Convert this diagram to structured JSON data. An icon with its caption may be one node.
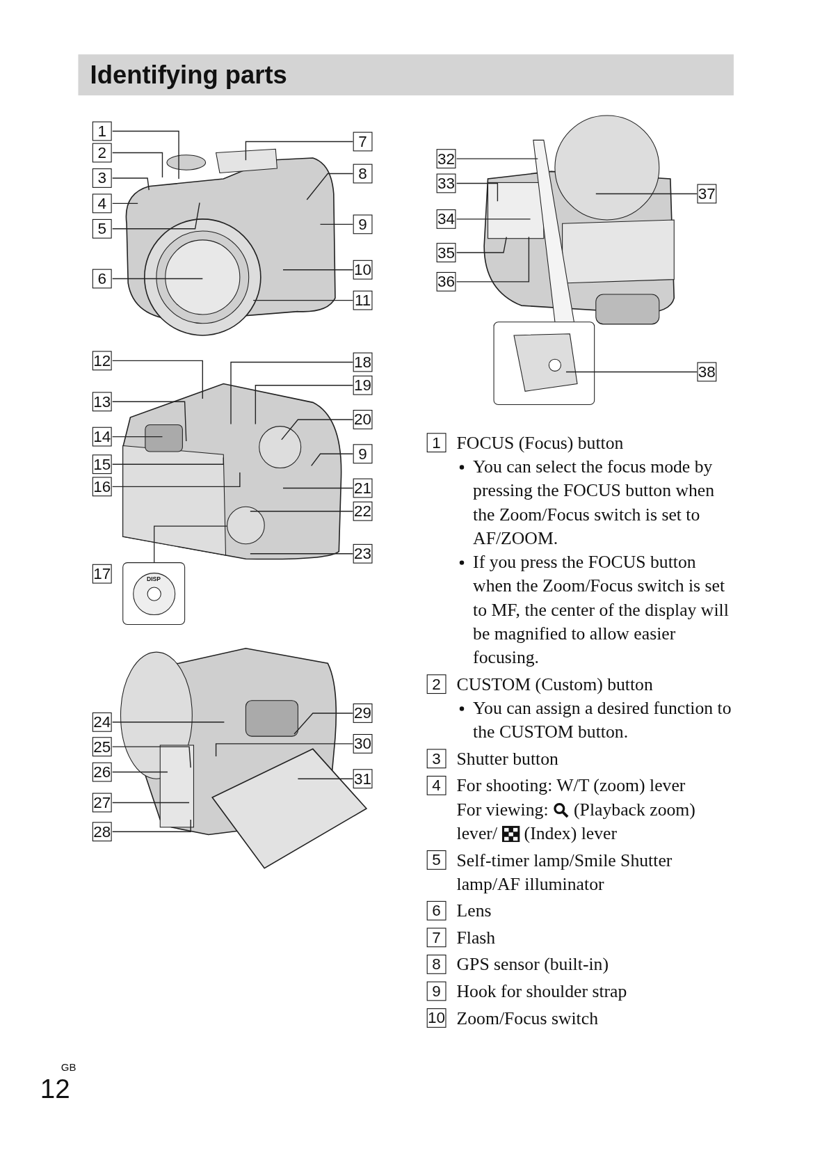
{
  "diagram": {
    "title": "Identifying parts",
    "nodes": [
      {
        "text": [
          "1"
        ]
      },
      {
        "text": [
          "2"
        ]
      },
      {
        "text": [
          "3"
        ]
      },
      {
        "text": [
          "4"
        ]
      },
      {
        "text": [
          "5"
        ]
      },
      {
        "text": [
          "6"
        ]
      },
      {
        "text": [
          "7"
        ]
      },
      {
        "text": [
          "8"
        ]
      },
      {
        "text": [
          "9"
        ]
      },
      {
        "text": [
          "10"
        ]
      },
      {
        "text": [
          "11"
        ]
      },
      {
        "text": [
          "12"
        ]
      },
      {
        "text": [
          "13"
        ]
      },
      {
        "text": [
          "14"
        ]
      },
      {
        "text": [
          "15"
        ]
      },
      {
        "text": [
          "16"
        ]
      },
      {
        "text": [
          "17"
        ]
      },
      {
        "text": [
          "18"
        ]
      },
      {
        "text": [
          "19"
        ]
      },
      {
        "text": [
          "20"
        ]
      },
      {
        "text": [
          "9"
        ]
      },
      {
        "text": [
          "21"
        ]
      },
      {
        "text": [
          "22"
        ]
      },
      {
        "text": [
          "23"
        ]
      },
      {
        "text": [
          "24"
        ]
      },
      {
        "text": [
          "25"
        ]
      },
      {
        "text": [
          "26"
        ]
      },
      {
        "text": [
          "27"
        ]
      },
      {
        "text": [
          "28"
        ]
      },
      {
        "text": [
          "29"
        ]
      },
      {
        "text": [
          "30"
        ]
      },
      {
        "text": [
          "31"
        ]
      },
      {
        "text": [
          "32"
        ]
      },
      {
        "text": [
          "33"
        ]
      },
      {
        "text": [
          "34"
        ]
      },
      {
        "text": [
          "35"
        ]
      },
      {
        "text": [
          "36"
        ]
      },
      {
        "text": [
          "37"
        ]
      },
      {
        "text": [
          "38"
        ]
      }
    ],
    "edges": [
      {
        "from": 0,
        "to": null,
        "arrow": "none"
      },
      {
        "from": 1,
        "to": null,
        "arrow": "none"
      },
      {
        "from": 2,
        "to": null,
        "arrow": "none"
      },
      {
        "from": 3,
        "to": null,
        "arrow": "none"
      },
      {
        "from": 4,
        "to": null,
        "arrow": "none"
      },
      {
        "from": 5,
        "to": null,
        "arrow": "none"
      },
      {
        "from": 6,
        "to": null,
        "arrow": "none"
      },
      {
        "from": 7,
        "to": null,
        "arrow": "none"
      },
      {
        "from": 8,
        "to": null,
        "arrow": "none"
      },
      {
        "from": 9,
        "to": null,
        "arrow": "none"
      },
      {
        "from": 10,
        "to": null,
        "arrow": "none"
      },
      {
        "from": 11,
        "to": null,
        "arrow": "none"
      },
      {
        "from": 12,
        "to": null,
        "arrow": "none"
      },
      {
        "from": 13,
        "to": null,
        "arrow": "none"
      },
      {
        "from": 14,
        "to": null,
        "arrow": "none"
      },
      {
        "from": 15,
        "to": null,
        "arrow": "none"
      },
      {
        "from": 17,
        "to": null,
        "arrow": "none"
      },
      {
        "from": 18,
        "to": null,
        "arrow": "none"
      },
      {
        "from": 19,
        "to": null,
        "arrow": "none"
      },
      {
        "from": 20,
        "to": null,
        "arrow": "none"
      },
      {
        "from": 21,
        "to": null,
        "arrow": "none"
      },
      {
        "from": 22,
        "to": null,
        "arrow": "none"
      },
      {
        "from": 23,
        "to": null,
        "arrow": "none"
      },
      {
        "from": 24,
        "to": null,
        "arrow": "none"
      },
      {
        "from": 25,
        "to": null,
        "arrow": "none"
      },
      {
        "from": 26,
        "to": null,
        "arrow": "none"
      },
      {
        "from": 27,
        "to": null,
        "arrow": "none"
      },
      {
        "from": 28,
        "to": null,
        "arrow": "none"
      },
      {
        "from": 29,
        "to": null,
        "arrow": "none"
      },
      {
        "from": 30,
        "to": null,
        "arrow": "none"
      },
      {
        "from": 31,
        "to": null,
        "arrow": "none"
      },
      {
        "from": 32,
        "to": null,
        "arrow": "none"
      },
      {
        "from": 33,
        "to": null,
        "arrow": "none"
      },
      {
        "from": 34,
        "to": null,
        "arrow": "none"
      },
      {
        "from": 35,
        "to": null,
        "arrow": "none"
      },
      {
        "from": 36,
        "to": null,
        "arrow": "none"
      },
      {
        "from": 37,
        "to": null,
        "arrow": "none"
      },
      {
        "from": 38,
        "to": null,
        "arrow": "none"
      }
    ],
    "labels": [
      "DISP",
      "1",
      "FOCUS (Focus) button",
      "You can select the focus mode by pressing the FOCUS button when the Zoom/Focus switch is set to AF/ZOOM.",
      "If you press the FOCUS button when the Zoom/Focus switch is set to MF, the center of the display will be magnified to allow easier focusing.",
      "2",
      "CUSTOM (Custom) button",
      "You can assign a desired function to the CUSTOM button.",
      "3",
      "Shutter button",
      "4",
      "For shooting: W/T (zoom) lever",
      "For viewing:",
      "(Playback zoom) lever/",
      "(Index) lever",
      "5",
      "Self-timer lamp/Smile Shutter lamp/AF illuminator",
      "6",
      "Lens",
      "7",
      "Flash",
      "8",
      "GPS sensor (built-in)",
      "9",
      "Hook for shoulder strap",
      "10",
      "Zoom/Focus switch",
      "GB",
      "12"
    ]
  }
}
